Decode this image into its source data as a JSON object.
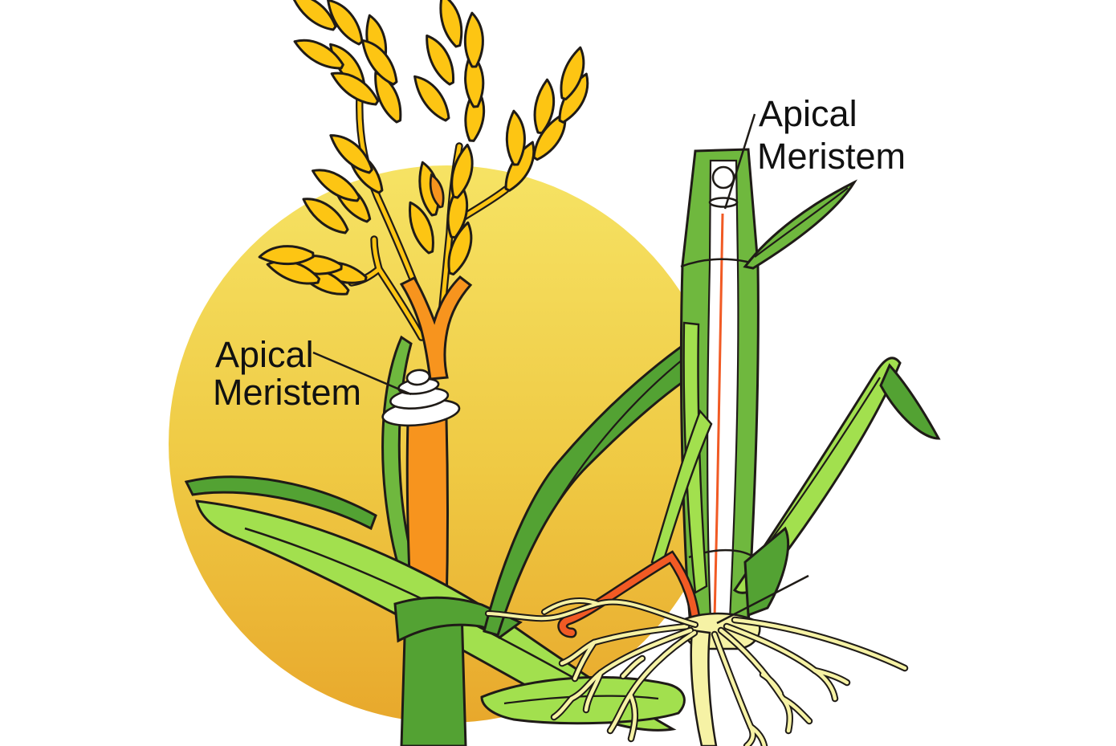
{
  "diagram": {
    "labels": {
      "magnified_view": {
        "line1": "Apical",
        "line2": "Meristem"
      },
      "whole_plant": {
        "line1": "Apical",
        "line2": "Meristem"
      }
    },
    "colors": {
      "background": "#ffffff",
      "outline": "#1f1b17",
      "magnifier_circle_top": "#f6e364",
      "magnifier_circle_mid": "#efc943",
      "magnifier_circle_bottom": "#e8a82c",
      "wheat_gold": "#fdc513",
      "stem_orange": "#f7941e",
      "vascular_orange": "#f15a24",
      "leaf_dark_green": "#53a233",
      "leaf_mid_green": "#6fb83e",
      "leaf_light_green": "#a2e04e",
      "root_pale_yellow": "#f6f2a5",
      "meristem_white": "#ffffff"
    },
    "parts": [
      "magnifier-circle",
      "wheat-head",
      "magnified-stem",
      "apical-meristem-dome",
      "leaf-blades",
      "plant-stem-cutaway",
      "apical-meristem-ball",
      "fibrous-roots",
      "vascular-ribbon",
      "connecting-root",
      "leader-lines"
    ]
  }
}
